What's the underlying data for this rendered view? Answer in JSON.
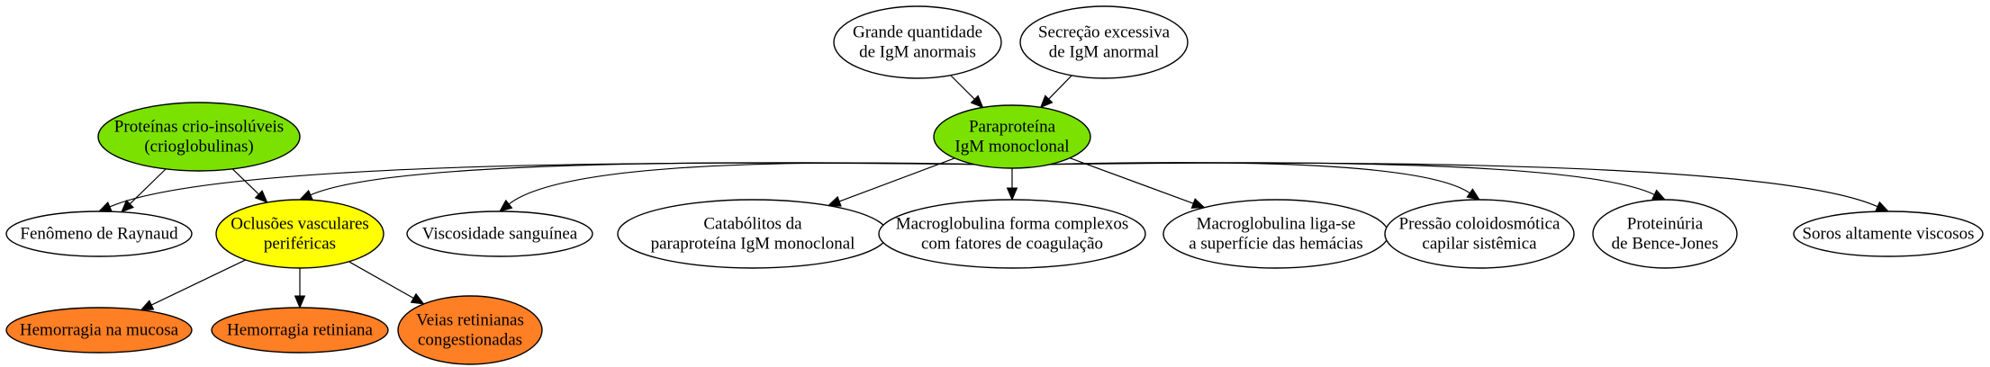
{
  "colors": {
    "root": "#7be100",
    "occlusion": "#ffff00",
    "hemorrhage": "#ff7f24",
    "plain": "#ffffff"
  },
  "nodes": [
    {
      "id": "grande-quantidade",
      "lines": [
        "Grande quantidade",
        "de IgM anormais"
      ],
      "fill": "plain"
    },
    {
      "id": "secrecao-excessiva",
      "lines": [
        "Secreção excessiva",
        "de IgM anormal"
      ],
      "fill": "plain"
    },
    {
      "id": "paraproteina",
      "lines": [
        "Paraproteína",
        "IgM monoclonal"
      ],
      "fill": "root"
    },
    {
      "id": "proteinas-crio",
      "lines": [
        "Proteínas crio-insolúveis",
        "(crioglobulinas)"
      ],
      "fill": "root"
    },
    {
      "id": "raynaud",
      "lines": [
        "Fenômeno de Raynaud"
      ],
      "fill": "plain"
    },
    {
      "id": "oclusoes",
      "lines": [
        "Oclusões vasculares",
        "periféricas"
      ],
      "fill": "occlusion"
    },
    {
      "id": "viscosidade",
      "lines": [
        "Viscosidade sanguínea"
      ],
      "fill": "plain"
    },
    {
      "id": "catabolitos",
      "lines": [
        "Catabólitos da",
        "paraproteína IgM monoclonal"
      ],
      "fill": "plain"
    },
    {
      "id": "macroglobulina-complexos",
      "lines": [
        "Macroglobulina forma complexos",
        "com fatores de coagulação"
      ],
      "fill": "plain"
    },
    {
      "id": "macroglobulina-hemacias",
      "lines": [
        "Macroglobulina liga-se",
        "a superfície das hemácias"
      ],
      "fill": "plain"
    },
    {
      "id": "pressao",
      "lines": [
        "Pressão coloidosmótica",
        "capilar sistêmica"
      ],
      "fill": "plain"
    },
    {
      "id": "proteinuria",
      "lines": [
        "Proteinúria",
        "de Bence-Jones"
      ],
      "fill": "plain"
    },
    {
      "id": "soros",
      "lines": [
        "Soros altamente viscosos"
      ],
      "fill": "plain"
    },
    {
      "id": "hemorragia-mucosa",
      "lines": [
        "Hemorragia na mucosa"
      ],
      "fill": "hemorrhage"
    },
    {
      "id": "hemorragia-retiniana",
      "lines": [
        "Hemorragia retiniana"
      ],
      "fill": "hemorrhage"
    },
    {
      "id": "veias-retinianas",
      "lines": [
        "Veias retinianas",
        "congestionadas"
      ],
      "fill": "hemorrhage"
    }
  ],
  "edges": [
    {
      "from": "grande-quantidade",
      "to": "paraproteina"
    },
    {
      "from": "secrecao-excessiva",
      "to": "paraproteina"
    },
    {
      "from": "proteinas-crio",
      "to": "raynaud"
    },
    {
      "from": "proteinas-crio",
      "to": "oclusoes"
    },
    {
      "from": "paraproteina",
      "to": "raynaud"
    },
    {
      "from": "paraproteina",
      "to": "oclusoes"
    },
    {
      "from": "paraproteina",
      "to": "viscosidade"
    },
    {
      "from": "paraproteina",
      "to": "catabolitos"
    },
    {
      "from": "paraproteina",
      "to": "macroglobulina-complexos"
    },
    {
      "from": "paraproteina",
      "to": "macroglobulina-hemacias"
    },
    {
      "from": "paraproteina",
      "to": "pressao"
    },
    {
      "from": "paraproteina",
      "to": "proteinuria"
    },
    {
      "from": "paraproteina",
      "to": "soros"
    },
    {
      "from": "oclusoes",
      "to": "hemorragia-mucosa"
    },
    {
      "from": "oclusoes",
      "to": "hemorragia-retiniana"
    },
    {
      "from": "oclusoes",
      "to": "veias-retinianas"
    }
  ]
}
